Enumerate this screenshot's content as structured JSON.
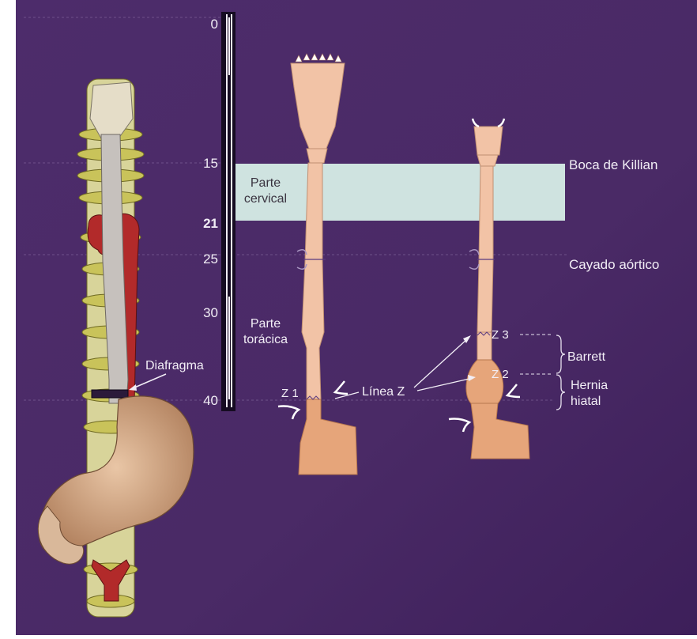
{
  "scale": {
    "ticks": [
      "0",
      "15",
      "21",
      "25",
      "30",
      "40"
    ],
    "bold_tick": "21"
  },
  "regions": {
    "cervical": [
      "Parte",
      "cervical"
    ],
    "thoracic": [
      "Parte",
      "torácica"
    ]
  },
  "labels": {
    "killian": "Boca de Killian",
    "aortic_arch": "Cayado aórtico",
    "diaphragm": "Diafragma",
    "z1": "Z 1",
    "z2": "Z 2",
    "z3": "Z 3",
    "z_line": "Línea Z",
    "barrett": "Barrett",
    "hernia": [
      "Hernia",
      "hiatal"
    ]
  },
  "colors": {
    "background": "#4a2a68",
    "cervical_band": "#cfe3e0",
    "esophagus": "#f2c3a6",
    "stomach": "#e6a57a",
    "aorta": "#b22a2a",
    "spine": "#c8c454",
    "text": "#f2eef6"
  }
}
